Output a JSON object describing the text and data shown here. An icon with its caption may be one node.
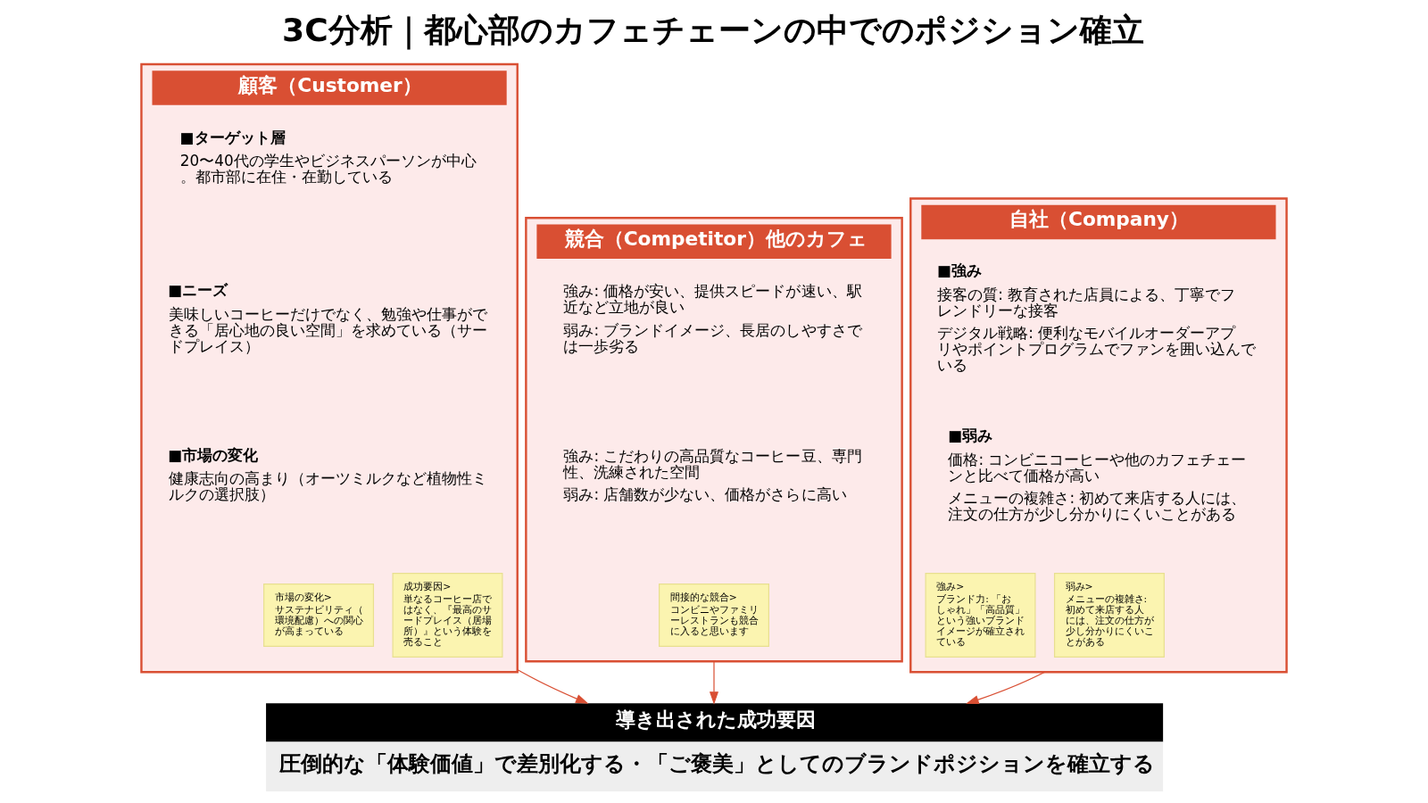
{
  "diagram": {
    "title": "3C分析｜都心部のカフェチェーンの中でのポジション確立",
    "nodes": [
      {
        "text": [
          "顧客（Customer）"
        ]
      },
      {
        "text": [
          "■ターゲット層",
          "20〜40代の学生やビジネスパーソンが中心。都市部に在住・在勤している"
        ],
        "in": 0
      },
      {
        "text": [
          "■ニーズ",
          "美味しいコーヒーだけでなく、勉強や仕事ができる「居心地の良い空間」を求めている（サードプレイス）"
        ],
        "in": 0
      },
      {
        "text": [
          "■市場の変化",
          "健康志向の高まり（オーツミルクなど植物性ミルクの選択肢）"
        ],
        "in": 0
      },
      {
        "text": [
          "市場の変化>",
          "サステナビリティ（環境配慮）への関心が高まっている"
        ],
        "in": 0
      },
      {
        "text": [
          "成功要因>",
          "単なるコーヒー店ではなく、『最高のサードプレイス（居場所）』という体験を売ること"
        ],
        "in": 0
      },
      {
        "text": [
          "競合（Competitor）他のカフェ"
        ]
      },
      {
        "text": [
          "強み: 価格が安い、提供スピードが速い、駅近など立地が良い",
          "弱み: ブランドイメージ、長居のしやすさでは一歩劣る"
        ],
        "in": 6
      },
      {
        "text": [
          "強み: こだわりの高品質なコーヒー豆、専門性、洗練された空間",
          "弱み: 店舗数が少ない、価格がさらに高い"
        ],
        "in": 6
      },
      {
        "text": [
          "間接的な競合>",
          "コンビニやファミリーレストランも競合に入ると思います"
        ],
        "in": 6
      },
      {
        "text": [
          "自社（Company）"
        ]
      },
      {
        "text": [
          "■強み",
          "接客の質: 教育された店員による、丁寧でフレンドリーな接客",
          "デジタル戦略: 便利なモバイルオーダーアプリやポイントプログラムでファンを囲い込んでいる"
        ],
        "in": 10
      },
      {
        "text": [
          "■弱み",
          "価格: コンビニコーヒーや他のカフェチェーンと比べて価格が高い",
          "メニューの複雑さ: 初めて来店する人には、注文の仕方が少し分かりにくいことがある"
        ],
        "in": 10
      },
      {
        "text": [
          "強み>",
          "ブランド力: 「おしゃれ」「高品質」という強いブランドイメージが確立されている"
        ],
        "in": 10
      },
      {
        "text": [
          "弱み>",
          "メニューの複雑さ: 初めて来店する人には、注文の仕方が少し分かりにくいことがある"
        ],
        "in": 10
      },
      {
        "text": [
          "導き出された成功要因",
          "圧倒的な「体験価値」で差別化する・「ご褒美」としてのブランドポジションを確立する"
        ]
      }
    ],
    "edges": [
      {
        "from": 0,
        "to": 15,
        "arrow": "to"
      },
      {
        "from": 6,
        "to": 15,
        "arrow": "to"
      },
      {
        "from": 10,
        "to": 15,
        "arrow": "to"
      }
    ]
  }
}
